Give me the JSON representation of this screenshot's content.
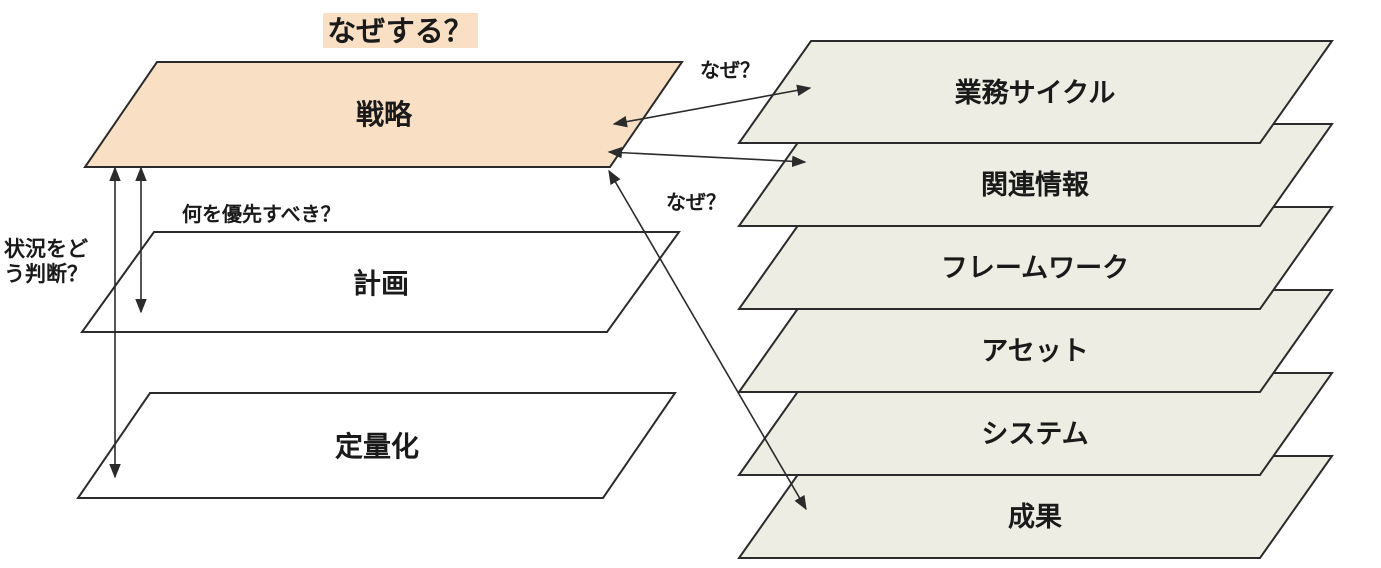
{
  "title": {
    "text": "なぜする？"
  },
  "left_layers": [
    {
      "label": "戦略"
    },
    {
      "label": "計画"
    },
    {
      "label": "定量化"
    }
  ],
  "right_layers": [
    {
      "label": "業務サイクル"
    },
    {
      "label": "関連情報"
    },
    {
      "label": "フレームワーク"
    },
    {
      "label": "アセット"
    },
    {
      "label": "システム"
    },
    {
      "label": "成果"
    }
  ],
  "annotations": {
    "why_top": "なぜ？",
    "why_mid": "なぜ？",
    "priority_question": "何を優先すべき？",
    "situation_line1": "状況をど",
    "situation_line2": "う判断？"
  },
  "colors": {
    "highlight": "#F9E0C4",
    "layer_fill": "#EDEDE4",
    "plain_fill": "#ffffff",
    "stroke": "#2b2b2b",
    "text": "#1a1a1a"
  }
}
